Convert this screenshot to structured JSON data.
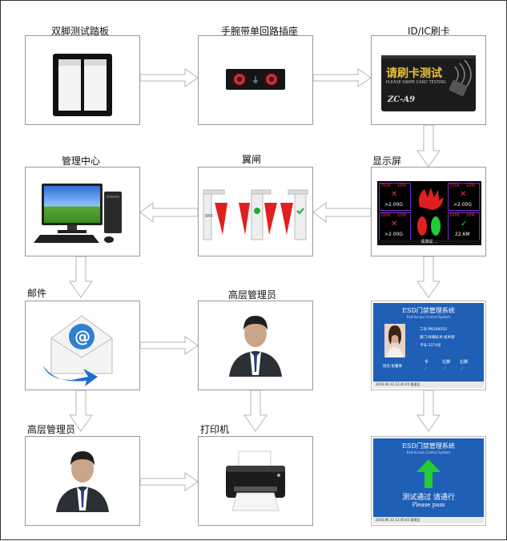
{
  "nodes": {
    "pedal": {
      "label": "双脚测试踏板"
    },
    "wrist": {
      "label": "手腕带单回路插座"
    },
    "card": {
      "label": "ID/IC刷卡",
      "card_title": "请刷卡测试",
      "card_sub": "PLEASE SWIPE CARD TESTING",
      "card_model": "ZC-A9"
    },
    "mgmt": {
      "label": "管理中心"
    },
    "gate": {
      "label": "翼闸"
    },
    "display": {
      "label": "显示屏",
      "cells": [
        {
          "top_left": "750K",
          "top_right": "10M",
          "value": ">2.00G"
        },
        {
          "top_left": "750K",
          "top_right": "10M",
          "value": ">2.00G"
        },
        {
          "top_left": "100K",
          "top_right": "10M",
          "value": ">2.00G"
        },
        {
          "top_left": "100K",
          "top_right": "10M",
          "value": "22.6M"
        }
      ],
      "footer": "请测试 ..."
    },
    "mail": {
      "label": "邮件"
    },
    "senior1": {
      "label": "高层管理员"
    },
    "esd1": {
      "title": "ESD门禁管理系统",
      "subtitle": "Esd Access Control System",
      "fields": [
        "工号:PN100010",
        "部门:终端技术-技术部",
        "卡号:3374号"
      ],
      "name": "姓名:张董事",
      "readings": [
        "手",
        "左脚",
        "右脚"
      ],
      "footer": "2016.06.13 12:45:45 管理员"
    },
    "senior2": {
      "label": "高层管理员"
    },
    "printer": {
      "label": "打印机"
    },
    "esd2": {
      "title": "ESD门禁管理系统",
      "subtitle": "Esd Access Control System",
      "pass_cn": "测试通过  请通行",
      "pass_en": "Please pass",
      "footer": "2016.06.13 12:45:45 管理员"
    }
  },
  "colors": {
    "arrow": "#bdbdbd",
    "esd_blue": "#1f5fb6",
    "gate_red": "#e02020",
    "ok_green": "#22aa33"
  },
  "icons": [
    "pedal-icon",
    "socket-icon",
    "card-icon",
    "computer-icon",
    "turnstile-icon",
    "display-panel-icon",
    "mail-icon",
    "manager-icon",
    "printer-icon"
  ]
}
